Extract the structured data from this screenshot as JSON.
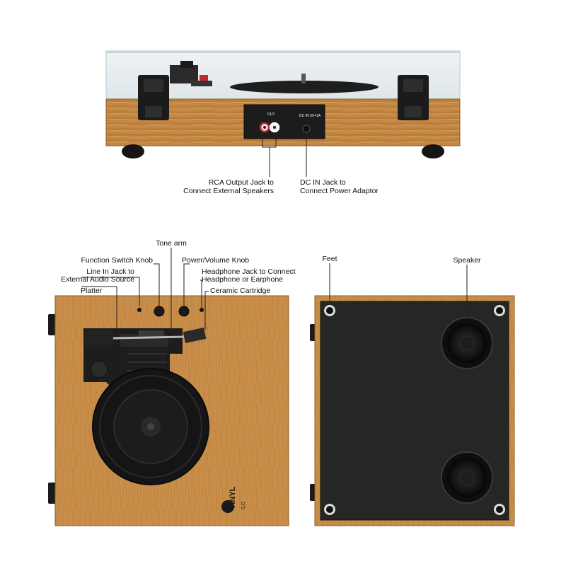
{
  "colors": {
    "wood": "#c8924c",
    "wood_dark": "#a86f32",
    "panel": "#1f1f1f",
    "speaker_plate": "#2a2a2a",
    "text": "#111111"
  },
  "rear_view": {
    "panel": {
      "out_label": "OUT",
      "dc_label": "DC IN 5V=1A"
    },
    "callouts": {
      "rca_line1": "RCA Output Jack to",
      "rca_line2": "Connect External Speakers",
      "dc_line1": "DC IN Jack to",
      "dc_line2": "Connect Power Adaptor"
    }
  },
  "top_view": {
    "callouts": {
      "tone_arm": "Tone arm",
      "function_knob": "Function Switch Knob",
      "power_knob": "Power/Volume Knob",
      "line_in_line1": "Line In Jack to",
      "line_in_line2": "External Audio Source",
      "headphone_line1": "Headphone Jack to Connect",
      "headphone_line2": "Headphone or Earphone",
      "platter": "Platter",
      "cartridge": "Ceramic Cartridge"
    },
    "logo": {
      "brand": "VINYL",
      "sub": "GO"
    }
  },
  "bottom_view": {
    "callouts": {
      "feet": "Feet",
      "speaker": "Speaker"
    }
  }
}
